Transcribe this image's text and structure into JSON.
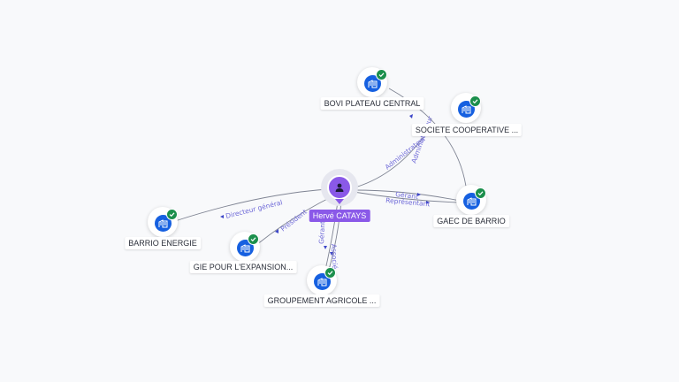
{
  "person": {
    "name": "Hervé CATAYS",
    "icon": "person-icon",
    "color": "#8a59e8"
  },
  "companies": [
    {
      "id": "bovi",
      "label": "BOVI PLATEAU CENTRAL",
      "icon": "building-icon",
      "status": "check-icon"
    },
    {
      "id": "scoop",
      "label": "SOCIETE COOPERATIVE ...",
      "icon": "building-icon",
      "status": "check-icon"
    },
    {
      "id": "gaec",
      "label": "GAEC DE BARRIO",
      "icon": "building-icon",
      "status": "check-icon"
    },
    {
      "id": "barrio",
      "label": "BARRIO ENERGIE",
      "icon": "building-icon",
      "status": "check-icon"
    },
    {
      "id": "gie",
      "label": "GIE POUR L'EXPANSION...",
      "icon": "building-icon",
      "status": "check-icon"
    },
    {
      "id": "groupement",
      "label": "GROUPEMENT AGRICOLE ...",
      "icon": "building-icon",
      "status": "check-icon"
    }
  ],
  "edges": [
    {
      "to": "scoop",
      "label": "Administrateur"
    },
    {
      "from": "bovi",
      "to": "gaec",
      "label": "Administrateur"
    },
    {
      "to": "gaec",
      "label": "Gérant"
    },
    {
      "to": "gaec",
      "label": "Représentant"
    },
    {
      "to": "barrio",
      "label": "Directeur général"
    },
    {
      "to": "gie",
      "label": "Président"
    },
    {
      "to": "groupement",
      "label": "Gérant"
    },
    {
      "to": "groupement",
      "label": "Associé"
    }
  ],
  "colors": {
    "company_icon": "#1660e0",
    "verified": "#1b8f4c",
    "edge_label": "#6f6ad8",
    "arrow": "#3c46c8"
  }
}
